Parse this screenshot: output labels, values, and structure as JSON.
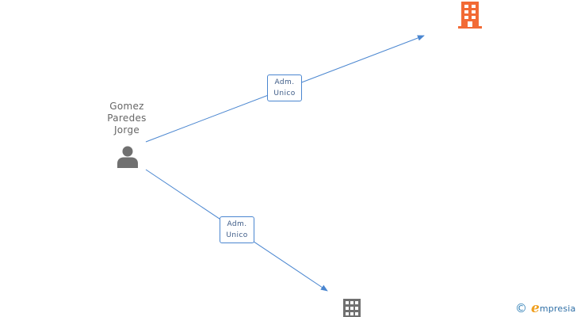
{
  "person": {
    "name_lines": [
      "Gomez",
      "Paredes",
      "Jorge"
    ]
  },
  "relations": [
    {
      "role_lines": [
        "Adm.",
        "Unico"
      ]
    },
    {
      "role_lines": [
        "Adm.",
        "Unico"
      ]
    }
  ],
  "companies": [
    {
      "highlighted": true,
      "color": "#f26a35"
    },
    {
      "highlighted": false,
      "color": "#707070"
    }
  ],
  "brand": {
    "copyright_symbol": "©",
    "logo_initial": "e",
    "logo_rest": "mpresia"
  },
  "colors": {
    "edge": "#4a86d0",
    "person_icon": "#707070",
    "label_text": "#666666"
  }
}
